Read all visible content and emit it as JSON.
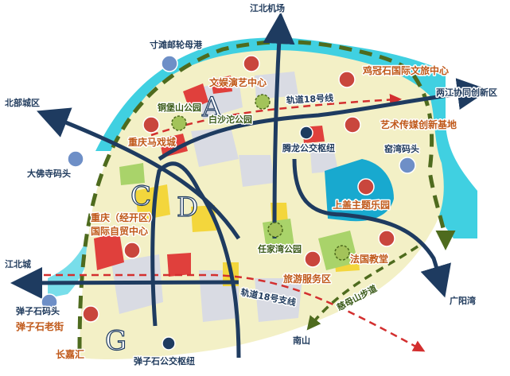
{
  "directions": {
    "north": "江北机场",
    "northwest": "北部城区",
    "east": "两江协同创新区",
    "west": "江北城",
    "southeast": "广阳湾",
    "south": "南山"
  },
  "zones": [
    "A",
    "C",
    "D",
    "G"
  ],
  "rail_lines": {
    "line18": "轨道18号线",
    "line18_branch": "轨道18号支线"
  },
  "transport_nodes": {
    "cuntan_port": "寸滩邮轮母港",
    "dafosi_pier": "大佛寺码头",
    "tenglong_hub": "腾龙公交枢纽",
    "kuwan_pier": "窑湾码头",
    "danzishi_pier": "弹子石码头",
    "danzishi_hub": "弹子石公交枢纽"
  },
  "attractions": {
    "culture_center": "文娱演艺中心",
    "jiguanshi": "鸡冠石国际文旅中心",
    "chongqing_opera": "重庆马戏城",
    "art_base": "艺术传媒创新基地",
    "shanggai_park": "上盖主题乐园",
    "trade_center_1": "重庆（经开区）",
    "trade_center_2": "国际自贸中心",
    "french_church": "法国教堂",
    "tourism_center": "旅游服务区",
    "danzishi_street": "弹子石老街",
    "changjia": "长嘉汇"
  },
  "parks": {
    "tongbao": "铜堡山公园",
    "baishatuo": "白沙沱公园",
    "renjiawan": "任家湾公园"
  },
  "trail": "慈母山步道",
  "colors": {
    "route_arrow": "#1e3b60",
    "rail_dashed": "#d32f2f",
    "boundary_dashed": "#4e6b1e",
    "attraction_dot": "#c9463d",
    "transit_dot_light": "#6e8fc7",
    "transit_dot_dark": "#1e3b60",
    "water": "#1ec8dc"
  }
}
